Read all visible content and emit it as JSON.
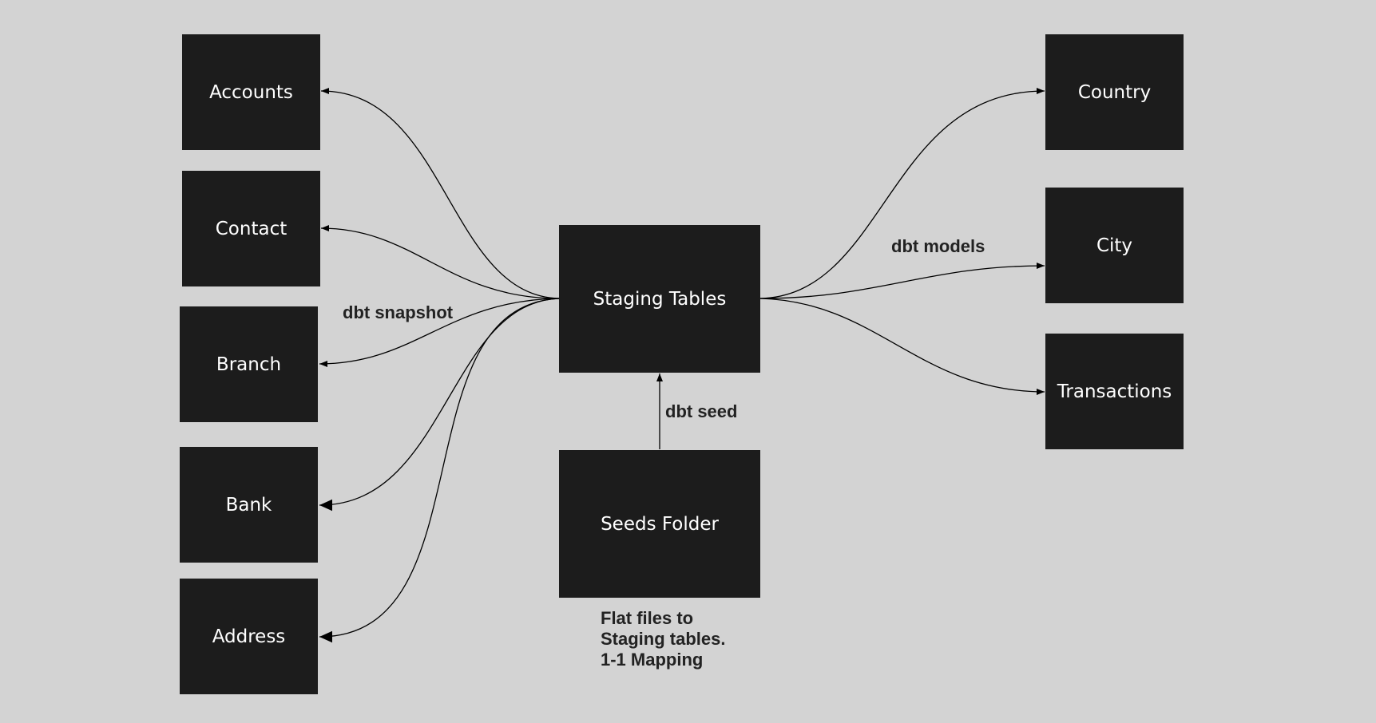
{
  "colors": {
    "background": "#d3d3d3",
    "node_fill": "#1c1c1c",
    "node_text": "#ffffff",
    "edge": "#000000",
    "label_text": "#222222"
  },
  "nodes": {
    "accounts": "Accounts",
    "contact": "Contact",
    "branch": "Branch",
    "bank": "Bank",
    "address": "Address",
    "staging": "Staging Tables",
    "seeds": "Seeds Folder",
    "country": "Country",
    "city": "City",
    "transactions": "Transactions"
  },
  "edge_labels": {
    "snapshot": "dbt snapshot",
    "models": "dbt models",
    "seed": "dbt seed"
  },
  "note": {
    "line1": "Flat files to",
    "line2": "Staging tables.",
    "line3": "1-1 Mapping"
  }
}
